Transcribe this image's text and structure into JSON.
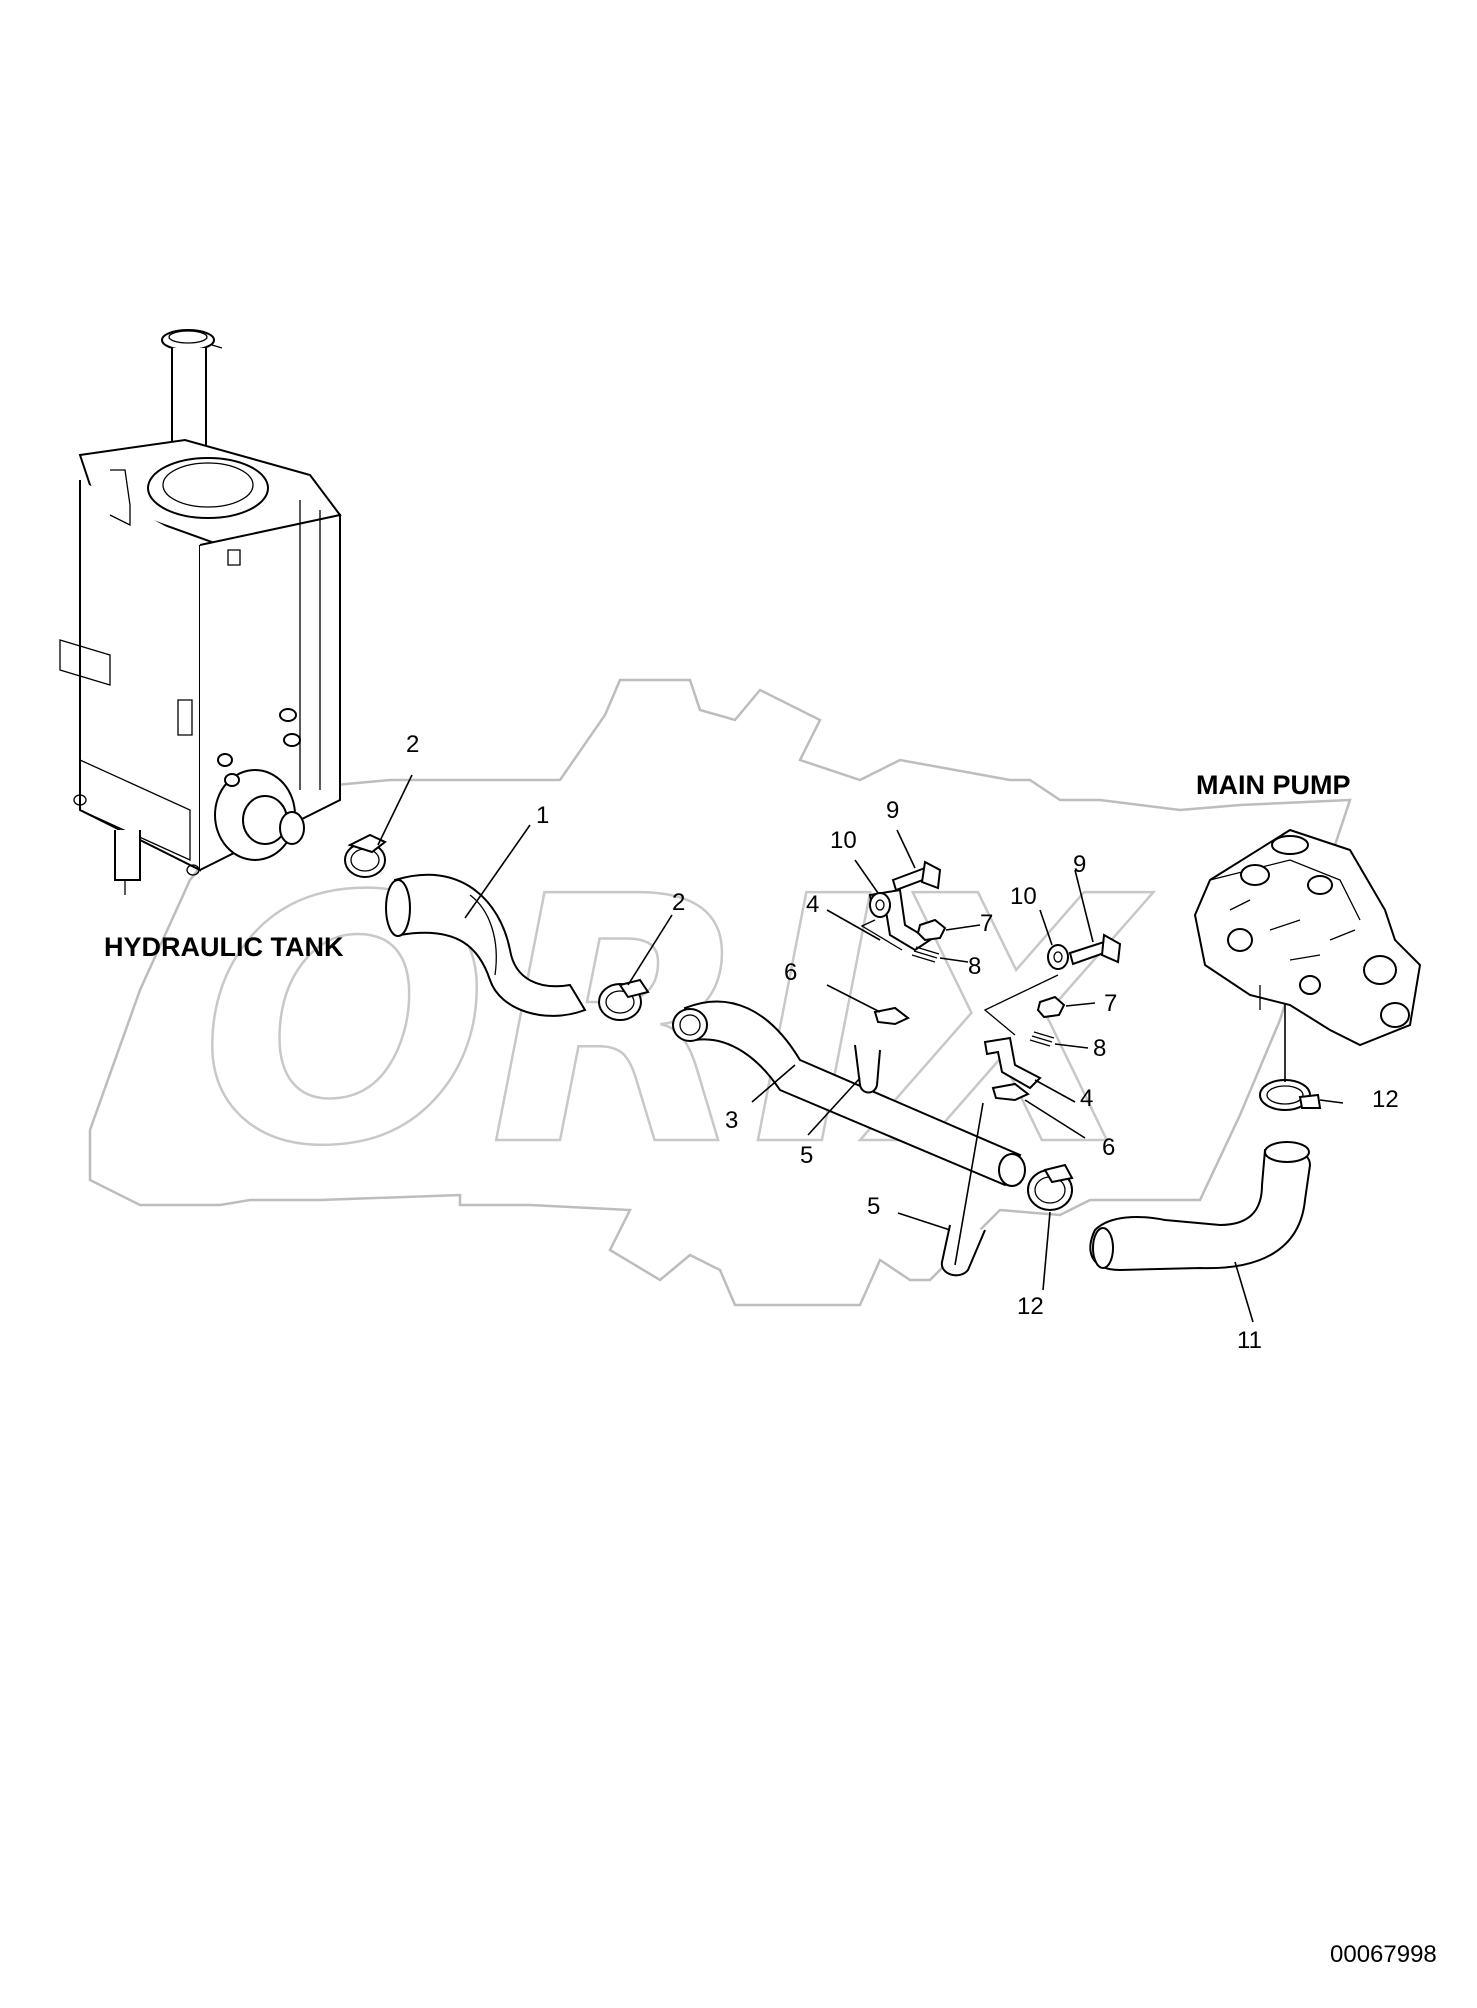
{
  "labels": {
    "hydraulic_tank": "HYDRAULIC TANK",
    "main_pump": "MAIN PUMP"
  },
  "document_number": "00067998",
  "watermark": "ORIX",
  "callouts": {
    "c1": "1",
    "c2a": "2",
    "c2b": "2",
    "c3": "3",
    "c4a": "4",
    "c4b": "4",
    "c5a": "5",
    "c5b": "5",
    "c6a": "6",
    "c6b": "6",
    "c7a": "7",
    "c7b": "7",
    "c8a": "8",
    "c8b": "8",
    "c9a": "9",
    "c9b": "9",
    "c10a": "10",
    "c10b": "10",
    "c11": "11",
    "c12a": "12",
    "c12b": "12"
  },
  "colors": {
    "line": "#000000",
    "watermark": "#bdbdbd",
    "background": "#ffffff"
  }
}
